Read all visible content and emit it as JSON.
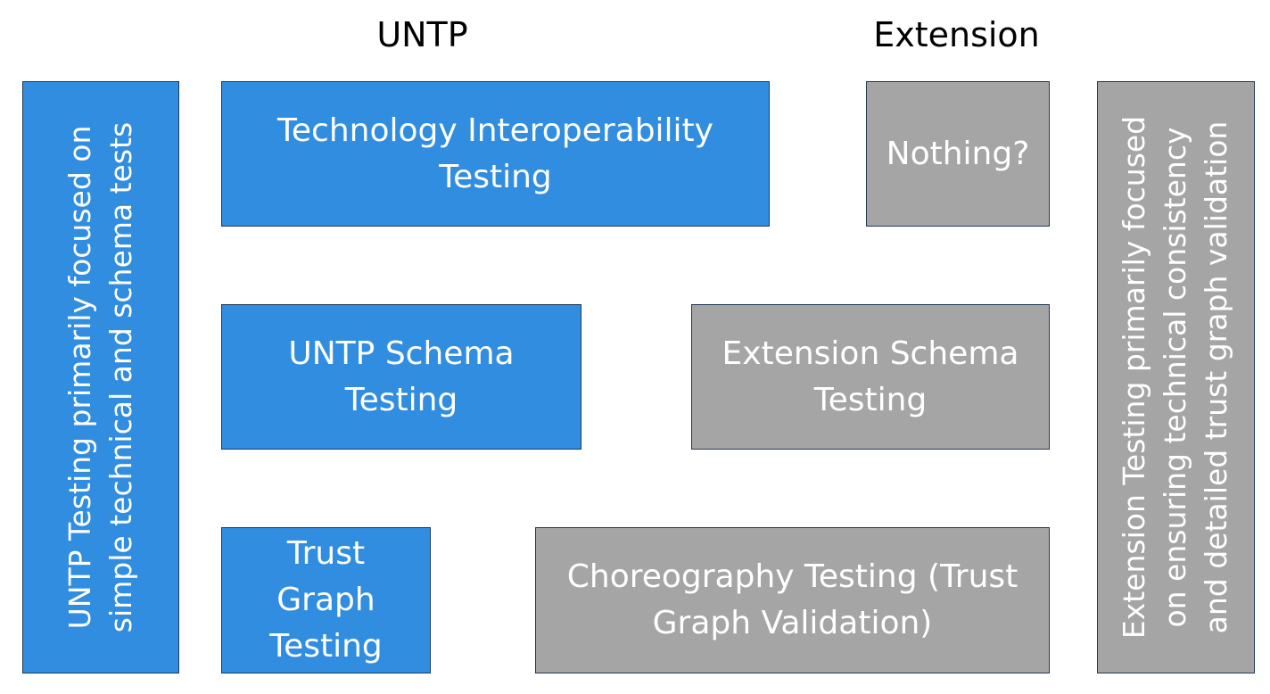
{
  "headings": {
    "untp": "UNTP",
    "extension": "Extension"
  },
  "side_panels": {
    "untp": "UNTP Testing primarily focused on\nsimple technical and schema tests",
    "extension": "Extension Testing primarily focused\non ensuring technical consistency\nand detailed trust graph validation"
  },
  "untp_boxes": {
    "technology": "Technology Interoperability\nTesting",
    "schema": "UNTP Schema\nTesting",
    "trust_graph": "Trust\nGraph\nTesting"
  },
  "extension_boxes": {
    "nothing": "Nothing?",
    "schema": "Extension Schema\nTesting",
    "choreography": "Choreography Testing (Trust\nGraph Validation)"
  },
  "colors": {
    "untp_fill": "#318ddf",
    "extension_fill": "#a5a5a5",
    "border": "#1f3a56",
    "text": "#ffffff"
  }
}
